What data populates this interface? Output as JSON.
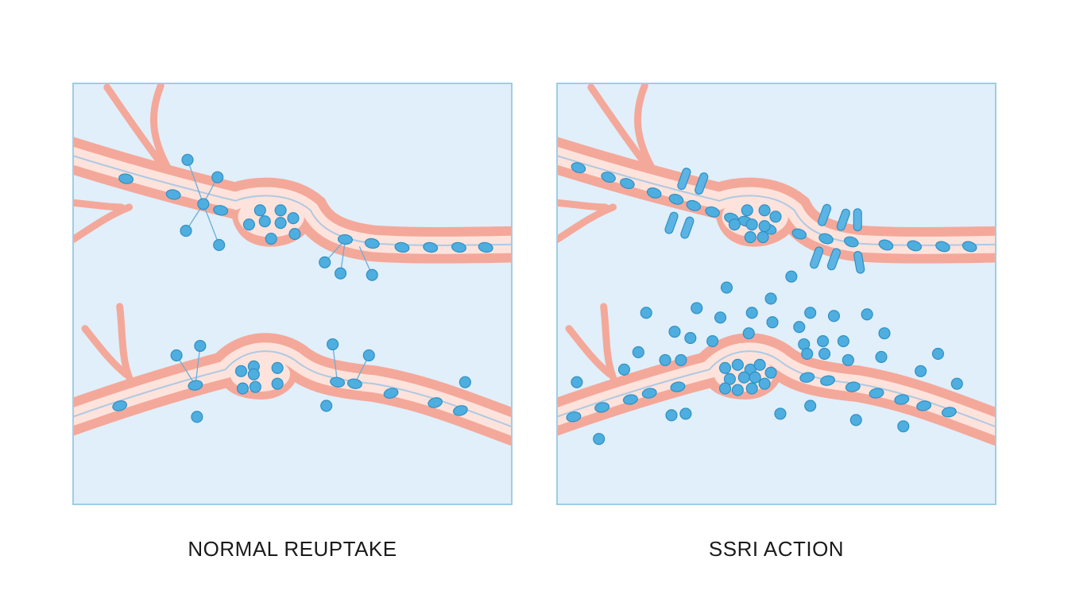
{
  "panels": [
    {
      "id": "normal",
      "caption": "NORMAL REUPTAKE"
    },
    {
      "id": "ssri",
      "caption": "SSRI ACTION"
    }
  ],
  "colors": {
    "panel_background": "#e0effa",
    "panel_border": "#9fcde3",
    "axon_outer": "#f4a89a",
    "axon_inner": "#fde3dc",
    "axon_core": "#aec9e3",
    "neurotransmitter": "#4faee0",
    "neurotransmitter_outline": "#2f8fc2",
    "blocker": "#5cb4e4",
    "tether": "#6aaed8"
  }
}
